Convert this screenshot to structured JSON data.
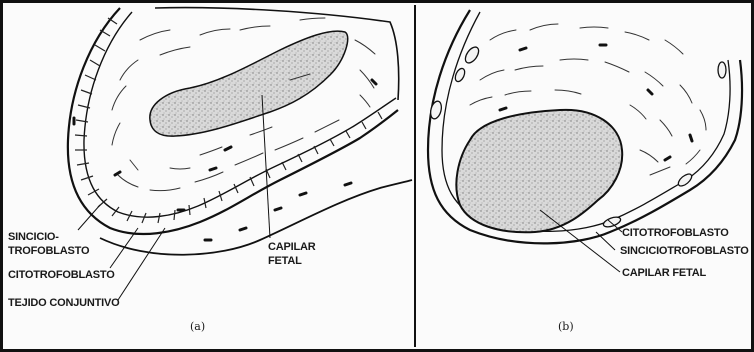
{
  "figure": {
    "panel_a": {
      "caption": "(a)",
      "labels": {
        "sincicio_line1": "SINCICIO-",
        "sincicio_line2": "TROFOBLASTO",
        "citotrofoblasto": "CITOTROFOBLASTO",
        "tejido": "TEJIDO CONJUNTIVO",
        "capilar_line1": "CAPILAR",
        "capilar_line2": "FETAL"
      }
    },
    "panel_b": {
      "caption": "(b)",
      "labels": {
        "citotrofoblasto": "CITOTROFOBLASTO",
        "sinciciotrofoblasto": "SINCICIOTROFOBLASTO",
        "capilar_fetal": "CAPILAR FETAL"
      }
    }
  }
}
